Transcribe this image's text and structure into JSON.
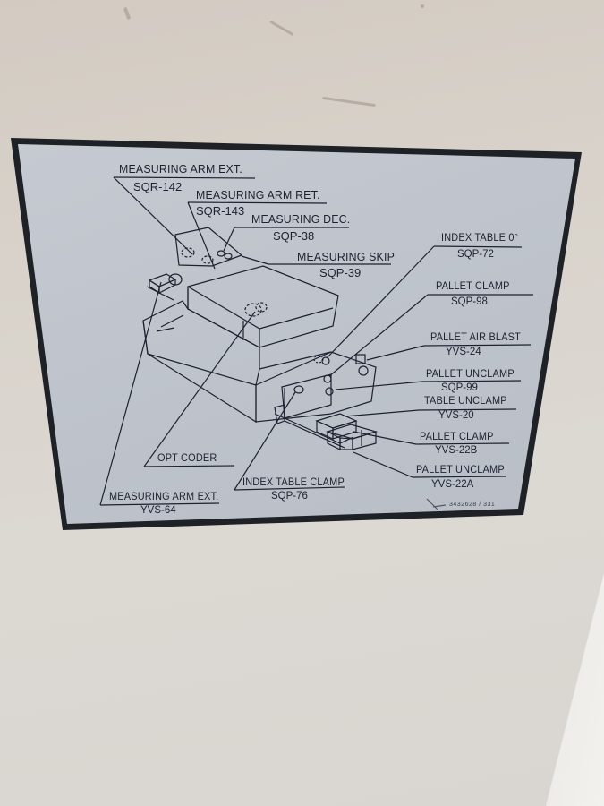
{
  "scene": {
    "description": "Photo of a machine control placard mounted on a beige machine cabinet",
    "background_color": "#d6d0c8",
    "plate_color": "#bfc4cc",
    "plate_border_color": "#1e2126",
    "text_color": "#1d2130"
  },
  "labels": [
    {
      "name": "MEASURING ARM EXT.",
      "code": "SQR-142"
    },
    {
      "name": "MEASURING ARM RET.",
      "code": "SQR-143"
    },
    {
      "name": "MEASURING DEC.",
      "code": "SQP-38"
    },
    {
      "name": "MEASURING SKIP",
      "code": "SQP-39"
    },
    {
      "name": "INDEX TABLE 0°",
      "code": "SQP-72"
    },
    {
      "name": "PALLET CLAMP",
      "code": "SQP-98"
    },
    {
      "name": "PALLET AIR BLAST",
      "code": "YVS-24"
    },
    {
      "name": "PALLET UNCLAMP",
      "code": "SQP-99"
    },
    {
      "name": "TABLE UNCLAMP",
      "code": "YVS-20"
    },
    {
      "name": "PALLET CLAMP",
      "code": "YVS-22B"
    },
    {
      "name": "PALLET UNCLAMP",
      "code": "YVS-22A"
    },
    {
      "name": "OPT CODER",
      "code": ""
    },
    {
      "name": "INDEX TABLE CLAMP",
      "code": "SQP-76"
    },
    {
      "name": "MEASURING ARM EXT.",
      "code": "YVS-64"
    }
  ],
  "part_number": "3432628 / 331"
}
